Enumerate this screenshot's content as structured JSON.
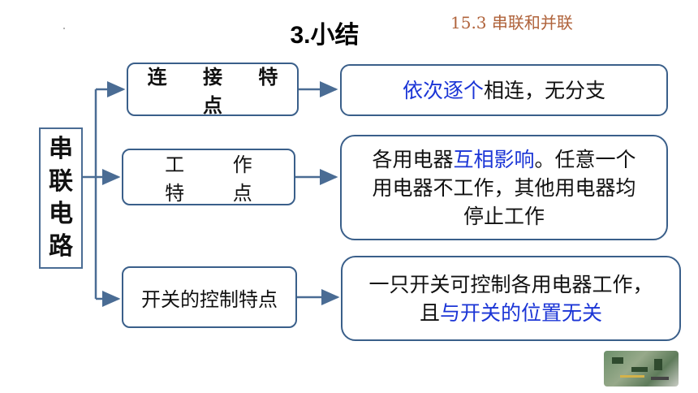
{
  "header": {
    "title": "3.小结",
    "section": "15.3  串联和并联"
  },
  "main_topic": {
    "chars": [
      "串",
      "联",
      "电",
      "路"
    ]
  },
  "rows": [
    {
      "label": "连 接 特 点",
      "desc_parts": [
        {
          "text": "依次逐个",
          "highlight": true
        },
        {
          "text": "相连，无分支",
          "highlight": false
        }
      ]
    },
    {
      "label": "工 作 特 点",
      "desc_lines": [
        [
          {
            "text": "各用电器",
            "highlight": false
          },
          {
            "text": "互相影响",
            "highlight": true
          },
          {
            "text": "。任意一个",
            "highlight": false
          }
        ],
        [
          {
            "text": "用电器不工作，其他用电器均",
            "highlight": false
          }
        ],
        [
          {
            "text": "停止工作",
            "highlight": false
          }
        ]
      ]
    },
    {
      "label": "开关的控制特点",
      "desc_lines": [
        [
          {
            "text": "一只开关可控制各用电器工作，",
            "highlight": false
          }
        ],
        [
          {
            "text": "且",
            "highlight": false
          },
          {
            "text": "与开关的位置无关",
            "highlight": true
          }
        ]
      ]
    }
  ],
  "colors": {
    "border": "#3a5f8a",
    "highlight": "#1b35d6",
    "section": "#b0633b",
    "connector": "#4a6c94"
  },
  "icons": {
    "thumbnail": "circuit-board-image"
  }
}
